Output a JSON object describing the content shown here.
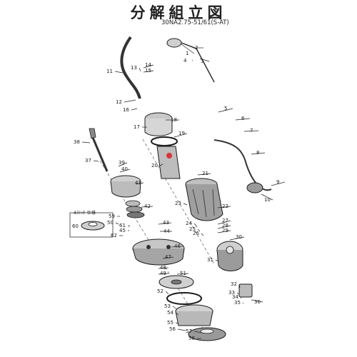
{
  "title": "分解組立図",
  "model": "30NA2.75-51/61(S-AT)",
  "inset": {
    "label": "4ｽﾘｯﾀｰ仕様",
    "part_number": "60"
  },
  "colors": {
    "ink": "#1c1c1c",
    "dark": "#3a3a3a",
    "mid": "#8a8a8a",
    "light": "#c8c8c8",
    "accent": "#d8343c"
  },
  "part_numbers": [
    "1",
    "2",
    "3",
    "4",
    "5",
    "6",
    "7",
    "8",
    "9",
    "10",
    "11",
    "12",
    "13",
    "14",
    "15",
    "16",
    "17",
    "18",
    "19",
    "20",
    "21",
    "22",
    "23",
    "24",
    "25",
    "26",
    "27",
    "28",
    "29",
    "30",
    "31",
    "32",
    "33",
    "34",
    "35",
    "36",
    "37",
    "38",
    "39",
    "40",
    "41",
    "42",
    "43",
    "44",
    "45",
    "46",
    "47",
    "48",
    "49",
    "50",
    "51",
    "52",
    "53",
    "54",
    "55",
    "56",
    "57",
    "58",
    "59",
    "61",
    "62"
  ]
}
